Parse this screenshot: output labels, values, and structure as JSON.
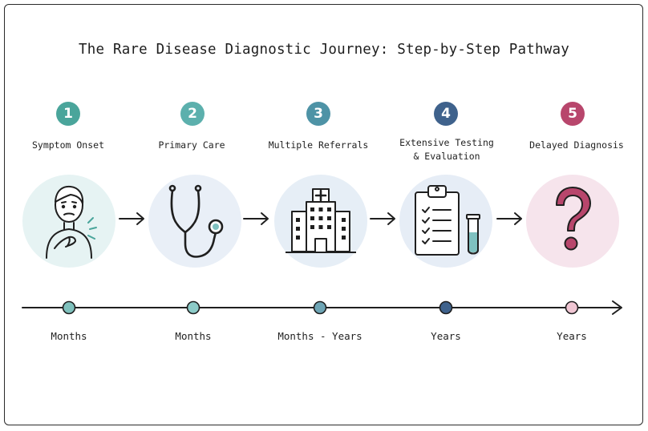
{
  "title": "The Rare Disease Diagnostic Journey: Step-by-Step Pathway",
  "steps": [
    {
      "number": "1",
      "label_line1": "Symptom Onset",
      "label_line2": "",
      "duration": "Months",
      "color": "#4aa59b",
      "icon": "person-chest-pain-icon"
    },
    {
      "number": "2",
      "label_line1": "Primary Care",
      "label_line2": "",
      "duration": "Months",
      "color": "#5cb0ad",
      "icon": "stethoscope-icon"
    },
    {
      "number": "3",
      "label_line1": "Multiple Referrals",
      "label_line2": "",
      "duration": "Months - Years",
      "color": "#4e93a6",
      "icon": "hospital-icon"
    },
    {
      "number": "4",
      "label_line1": "Extensive Testing",
      "label_line2": "& Evaluation",
      "duration": "Years",
      "color": "#3f628c",
      "icon": "clipboard-test-tube-icon"
    },
    {
      "number": "5",
      "label_line1": "Delayed Diagnosis",
      "label_line2": "",
      "duration": "Years",
      "color": "#b8466c",
      "icon": "question-mark-icon"
    }
  ]
}
